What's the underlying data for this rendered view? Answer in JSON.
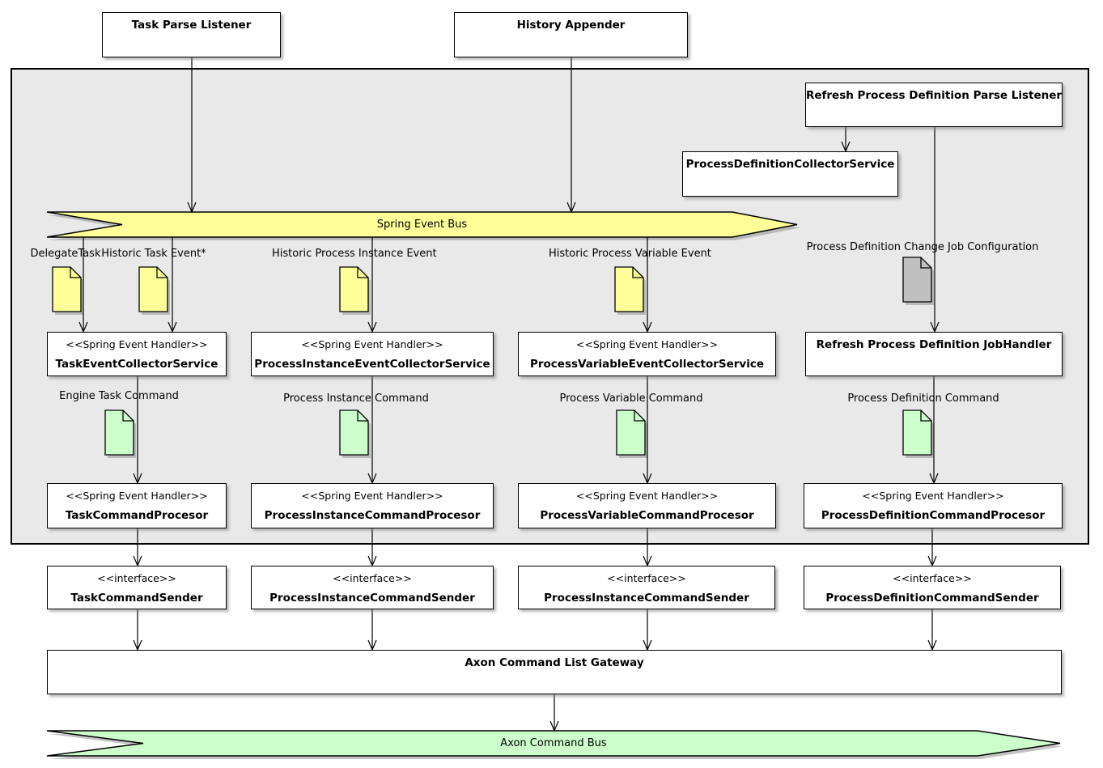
{
  "external": [
    {
      "label": "Task Parse Listener"
    },
    {
      "label": "History Appender"
    }
  ],
  "nodes": {
    "refresh_parse_listener": {
      "label": "Refresh Process Definition Parse Listener"
    },
    "collector_service": {
      "label": "ProcessDefinitionCollectorService"
    }
  },
  "banners": {
    "spring": {
      "label": "Spring Event Bus"
    },
    "axon": {
      "label": "Axon Command Bus"
    }
  },
  "event_docs": [
    {
      "label": "DelegateTask"
    },
    {
      "label": "Historic Task Event*"
    },
    {
      "label": "Historic Process Instance Event"
    },
    {
      "label": "Historic Process Variable Event"
    }
  ],
  "config_doc": {
    "label": "Process Definition Change Job Configuration"
  },
  "handlers": [
    {
      "stereotype": "<<Spring Event Handler>>",
      "name": "TaskEventCollectorService"
    },
    {
      "stereotype": "<<Spring Event Handler>>",
      "name": "ProcessInstanceEventCollectorService"
    },
    {
      "stereotype": "<<Spring Event Handler>>",
      "name": "ProcessVariableEventCollectorService"
    }
  ],
  "job_handler": {
    "label": "Refresh Process Definition JobHandler"
  },
  "command_docs": [
    {
      "label": "Engine Task Command"
    },
    {
      "label": "Process Instance Command"
    },
    {
      "label": "Process Variable Command"
    },
    {
      "label": "Process Definition Command"
    }
  ],
  "processors": [
    {
      "stereotype": "<<Spring Event Handler>>",
      "name": "TaskCommandProcesor"
    },
    {
      "stereotype": "<<Spring Event Handler>>",
      "name": "ProcessInstanceCommandProcesor"
    },
    {
      "stereotype": "<<Spring Event Handler>>",
      "name": "ProcessVariableCommandProcesor"
    },
    {
      "stereotype": "<<Spring Event Handler>>",
      "name": "ProcessDefinitionCommandProcesor"
    }
  ],
  "senders": [
    {
      "stereotype": "<<interface>>",
      "name": "TaskCommandSender"
    },
    {
      "stereotype": "<<interface>>",
      "name": "ProcessInstanceCommandSender"
    },
    {
      "stereotype": "<<interface>>",
      "name": "ProcessInstanceCommandSender"
    },
    {
      "stereotype": "<<interface>>",
      "name": "ProcessDefinitionCommandSender"
    }
  ],
  "gateway": {
    "label": "Axon Command List Gateway"
  },
  "colors": {
    "event_doc": "#FFFF99",
    "command_doc": "#CCFFCC",
    "config_doc": "#C0C0C0",
    "spring_bus": "#FFFF99",
    "axon_bus": "#CCFFCC",
    "container_bg": "#E9E9E9"
  }
}
